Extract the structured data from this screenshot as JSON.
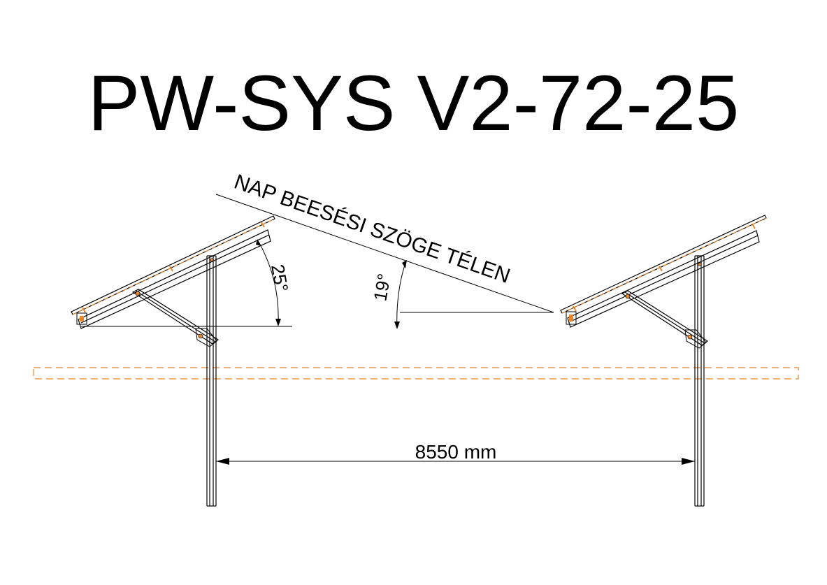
{
  "title": "PW-SYS V2-72-25",
  "sun_label": "NAP BEESÉSI SZÖGE TÉLEN",
  "tilt_angle_label": "25°",
  "sun_angle_label": "19°",
  "spacing_label": "8550 mm",
  "colors": {
    "line": "#000000",
    "accent": "#e8872a"
  }
}
